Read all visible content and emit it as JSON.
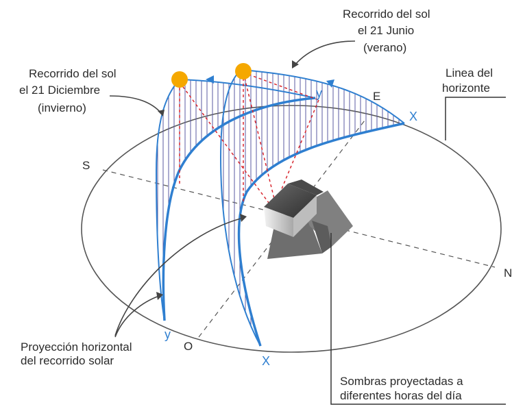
{
  "labels": {
    "winter_path": [
      "Recorrido del sol",
      "el 21 Diciembre",
      "(invierno)"
    ],
    "summer_path": [
      "Recorrido del sol",
      "el 21 Junio",
      "(verano)"
    ],
    "horizon": [
      "Linea del",
      "horizonte"
    ],
    "projection": [
      "Proyección horizontal",
      "del recorrido solar"
    ],
    "shadows": [
      "Sombras proyectadas a",
      "diferentes horas del día"
    ]
  },
  "directions": {
    "south": "S",
    "east": "E",
    "north": "N",
    "west": "O"
  },
  "points": {
    "x_top": "X",
    "y_top": "y",
    "x_bottom": "X",
    "y_bottom": "y"
  },
  "colors": {
    "path_blue": "#2f7fd0",
    "hatch": "#5a5aa0",
    "sun": "#f5a800",
    "ray_red": "#d8262e",
    "outline": "#555555"
  }
}
